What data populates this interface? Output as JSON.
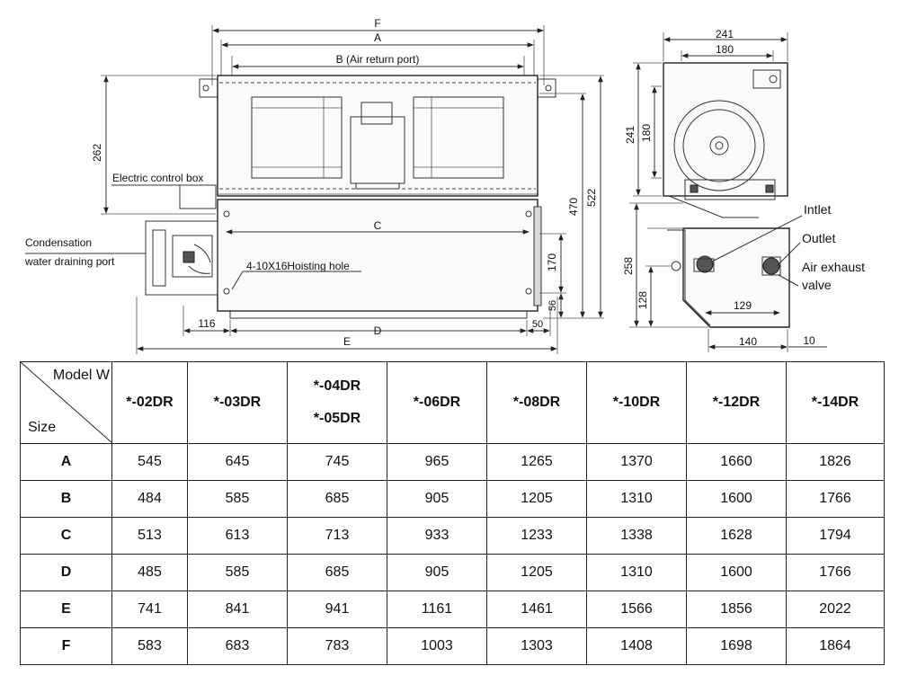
{
  "drawing": {
    "front": {
      "dim_F": "F",
      "dim_A": "A",
      "dim_B": "B (Air return port)",
      "dim_C": "C",
      "dim_D": "D",
      "dim_E": "E",
      "dim_262": "262",
      "dim_470": "470",
      "dim_522": "522",
      "dim_170": "170",
      "dim_56": "56",
      "dim_116": "116",
      "dim_50": "50",
      "label_control_box": "Electric control box",
      "label_condensation_1": "Condensation",
      "label_condensation_2": "water draining port",
      "label_hoisting": "4-10X16Hoisting hole"
    },
    "side": {
      "dim_241_top": "241",
      "dim_180_top": "180",
      "dim_241_left": "241",
      "dim_180_left": "180",
      "dim_258": "258",
      "dim_128": "128",
      "dim_129": "129",
      "dim_140": "140",
      "dim_10": "10",
      "label_inlet": "Intlet",
      "label_outlet": "Outlet",
      "label_air_exhaust_1": "Air exhaust",
      "label_air_exhaust_2": "valve"
    }
  },
  "table": {
    "corner_top": "Model W",
    "corner_bottom": "Size",
    "models": [
      [
        "*-02DR"
      ],
      [
        "*-03DR"
      ],
      [
        "*-04DR",
        "*-05DR"
      ],
      [
        "*-06DR"
      ],
      [
        "*-08DR"
      ],
      [
        "*-10DR"
      ],
      [
        "*-12DR"
      ],
      [
        "*-14DR"
      ]
    ],
    "rows": [
      {
        "size": "A",
        "values": [
          "545",
          "645",
          "745",
          "965",
          "1265",
          "1370",
          "1660",
          "1826"
        ]
      },
      {
        "size": "B",
        "values": [
          "484",
          "585",
          "685",
          "905",
          "1205",
          "1310",
          "1600",
          "1766"
        ]
      },
      {
        "size": "C",
        "values": [
          "513",
          "613",
          "713",
          "933",
          "1233",
          "1338",
          "1628",
          "1794"
        ]
      },
      {
        "size": "D",
        "values": [
          "485",
          "585",
          "685",
          "905",
          "1205",
          "1310",
          "1600",
          "1766"
        ]
      },
      {
        "size": "E",
        "values": [
          "741",
          "841",
          "941",
          "1161",
          "1461",
          "1566",
          "1856",
          "2022"
        ]
      },
      {
        "size": "F",
        "values": [
          "583",
          "683",
          "783",
          "1003",
          "1303",
          "1408",
          "1698",
          "1864"
        ]
      }
    ]
  }
}
